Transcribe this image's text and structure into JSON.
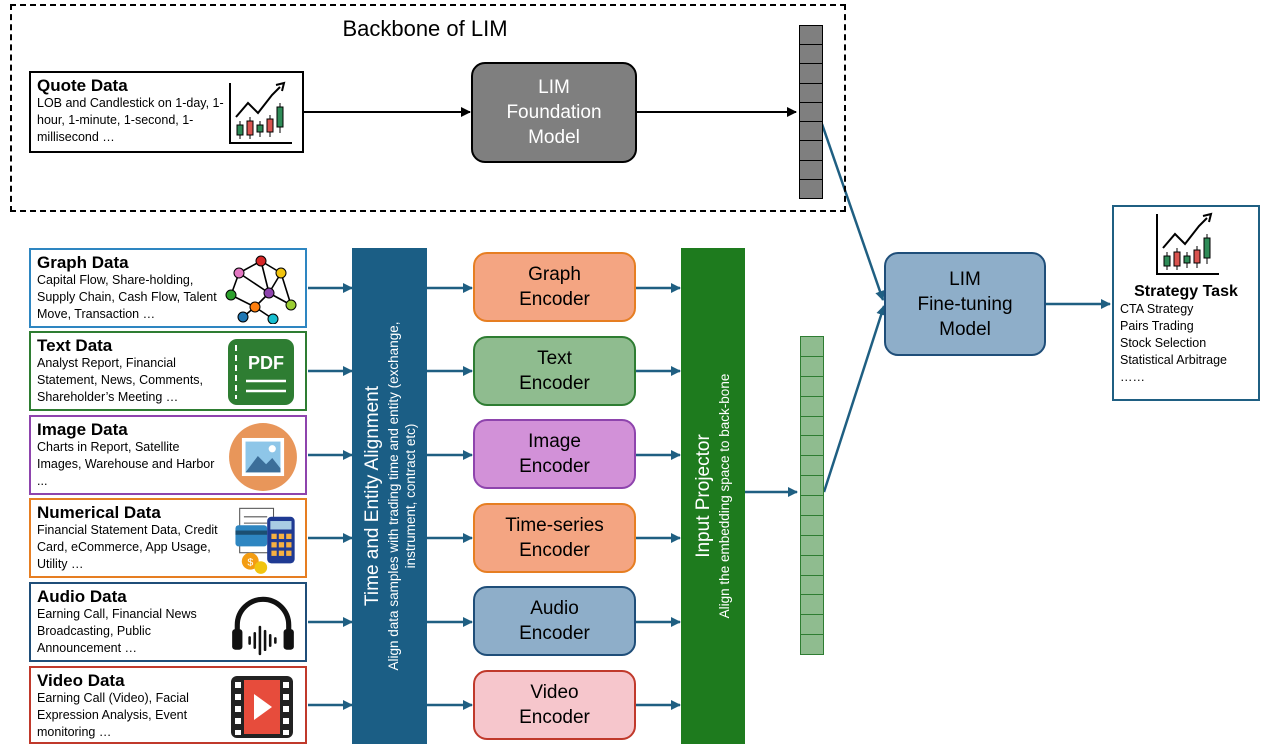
{
  "backbone": {
    "title": "Backbone of LIM",
    "quote": {
      "title": "Quote Data",
      "desc": "LOB and Candlestick on 1-day, 1-hour, 1-minute, 1-second, 1-millisecond  …",
      "icon": "candlestick-chart-icon"
    },
    "foundation_model": "LIM\nFoundation\nModel"
  },
  "inputs": [
    {
      "title": "Graph Data",
      "desc": "Capital Flow, Share-holding, Supply Chain, Cash Flow, Talent Move, Transaction  …",
      "icon": "network-graph-icon",
      "color": "#2e86c1"
    },
    {
      "title": "Text Data",
      "desc": "Analyst Report, Financial Statement, News, Comments, Shareholder’s Meeting …",
      "icon": "pdf-icon",
      "color": "#2e7d32",
      "icon_text": "PDF"
    },
    {
      "title": "Image Data",
      "desc": "Charts in Report, Satellite Images, Warehouse and Harbor ...",
      "icon": "image-icon",
      "color": "#8e44ad"
    },
    {
      "title": "Numerical Data",
      "desc": "Financial Statement Data, Credit Card, eCommerce, App Usage, Utility …",
      "icon": "finance-calculator-icon",
      "color": "#e67e22"
    },
    {
      "title": "Audio Data",
      "desc": "Earning Call, Financial News Broadcasting, Public Announcement …",
      "icon": "headphones-icon",
      "color": "#1f4e79"
    },
    {
      "title": "Video Data",
      "desc": "Earning Call (Video), Facial Expression Analysis, Event monitoring …",
      "icon": "video-play-icon",
      "color": "#c0392b"
    }
  ],
  "alignment": {
    "title": "Time and Entity Alignment",
    "subtitle_line1": "Align data samples with trading time and entity (exchange,",
    "subtitle_line2": "instrument, contract etc)",
    "color": "#1b5e85"
  },
  "encoders": [
    {
      "label": "Graph\nEncoder",
      "fill": "#f4a582",
      "border": "#e67e22"
    },
    {
      "label": "Text\nEncoder",
      "fill": "#8fbc8f",
      "border": "#2e7d32"
    },
    {
      "label": "Image\nEncoder",
      "fill": "#d291d8",
      "border": "#8e44ad"
    },
    {
      "label": "Time-series\nEncoder",
      "fill": "#f4a582",
      "border": "#e67e22"
    },
    {
      "label": "Audio\nEncoder",
      "fill": "#8eaec9",
      "border": "#1f4e79"
    },
    {
      "label": "Video\nEncoder",
      "fill": "#f6c6cc",
      "border": "#c0392b"
    }
  ],
  "projector": {
    "title": "Input Projector",
    "subtitle": "Align the embedding space to back-bone",
    "color": "#1e7b1e"
  },
  "finetune": {
    "label": "LIM\nFine-tuning\nModel"
  },
  "strategy": {
    "title": "Strategy Task",
    "items": [
      "CTA Strategy",
      "Pairs Trading",
      "Stock Selection",
      "Statistical Arbitrage",
      "……"
    ],
    "icon": "candlestick-chart-icon"
  },
  "colors": {
    "arrow": "#1f5f82",
    "foundation_fill": "#7f7f7f",
    "finetune_fill": "#8eaec9",
    "embed_gray": "#7f7f7f",
    "embed_green": "#8fbc8f"
  }
}
